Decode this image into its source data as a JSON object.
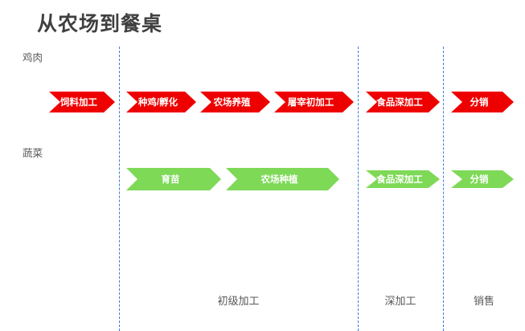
{
  "title": "从农场到餐桌",
  "colors": {
    "chicken": "#ef0000",
    "vegetable": "#7ed957",
    "separator": "#3a7ae0",
    "text": "#595959",
    "title": "#404040"
  },
  "rows": [
    {
      "label": "鸡肉",
      "color": "#ef0000",
      "steps": [
        {
          "label": "饲料加工"
        },
        {
          "label": "种鸡/孵化"
        },
        {
          "label": "农场养殖"
        },
        {
          "label": "屠宰初加工"
        },
        {
          "label": "食品深加工"
        },
        {
          "label": "分销"
        }
      ]
    },
    {
      "label": "蔬菜",
      "color": "#7ed957",
      "steps": [
        {
          "label": "育苗"
        },
        {
          "label": "农场种植"
        },
        {
          "label": "食品深加工"
        },
        {
          "label": "分销"
        }
      ]
    }
  ],
  "stages": [
    {
      "label": "初级加工"
    },
    {
      "label": "深加工"
    },
    {
      "label": "销售"
    }
  ]
}
